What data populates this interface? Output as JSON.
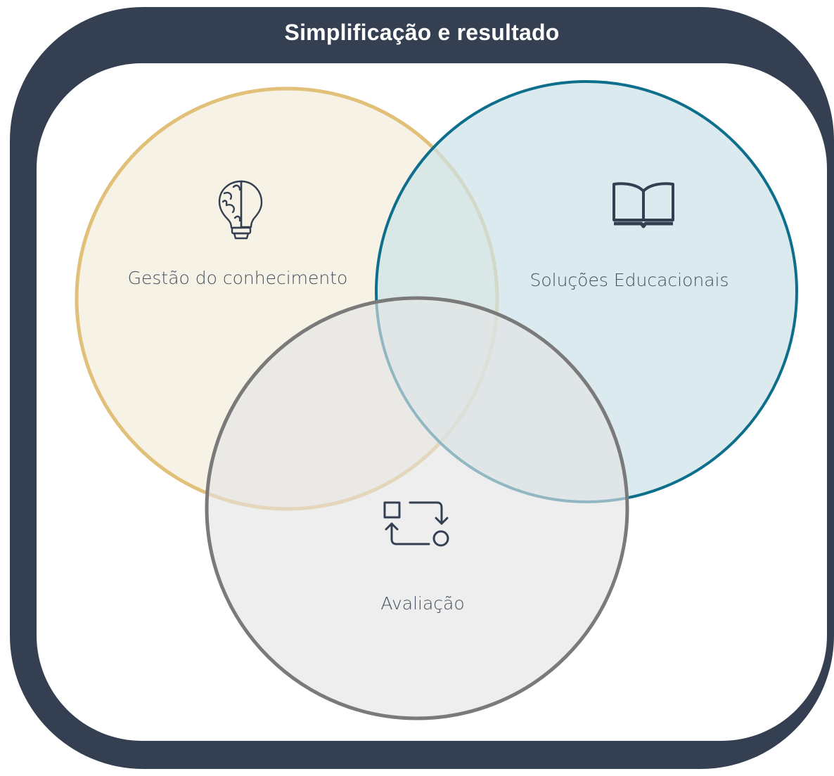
{
  "title": "Simplificação e resultado",
  "colors": {
    "frame": "#344051",
    "knowledge_fill": "#f6f0e2",
    "knowledge_stroke": "#e1c07a",
    "education_fill": "#cde2e8",
    "education_stroke": "#0d6f8c",
    "evaluation_fill": "#e7e7e7",
    "evaluation_stroke": "#7a7a7a",
    "icon": "#344051"
  },
  "circles": [
    {
      "id": "knowledge",
      "label": "Gestão do conhecimento",
      "icon": "brain-lightbulb-icon"
    },
    {
      "id": "education",
      "label": "Soluções Educacionais",
      "icon": "open-book-icon"
    },
    {
      "id": "evaluation",
      "label": "Avaliação",
      "icon": "process-cycle-icon"
    }
  ]
}
